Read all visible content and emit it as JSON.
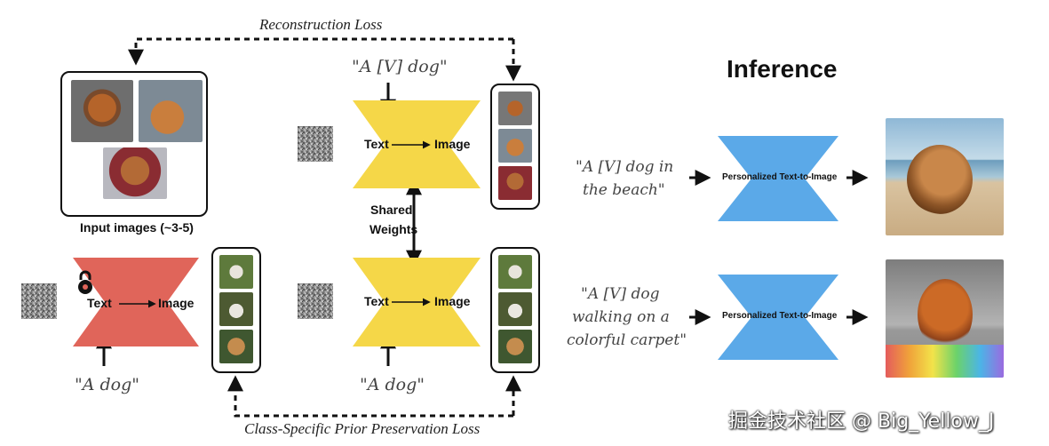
{
  "diagram": {
    "reconstruction_loss": "Reconstruction Loss",
    "prior_preservation_loss": "Class-Specific Prior Preservation Loss",
    "input_images_caption": "Input images (~3-5)",
    "prompt_instance": "\"A [V] dog\"",
    "prompt_class_left": "\"A dog\"",
    "prompt_class_right": "\"A dog\"",
    "model_text": "Text",
    "model_image": "Image",
    "shared_weights_line1": "Shared",
    "shared_weights_line2": "Weights",
    "frozen_icon": "lock-icon",
    "colors": {
      "frozen_model": "#E0655A",
      "trained_model": "#F5D748",
      "personalized_model": "#5BA9E8"
    }
  },
  "inference": {
    "title": "Inference",
    "model_label": "Personalized Text-to-Image",
    "prompt1_lines": [
      "\"A [V] dog in",
      "the beach\""
    ],
    "prompt2_lines": [
      "\"A [V] dog",
      "walking on a",
      "colorful carpet\""
    ]
  },
  "watermark": "掘金技术社区 @ Big_Yellow_J"
}
